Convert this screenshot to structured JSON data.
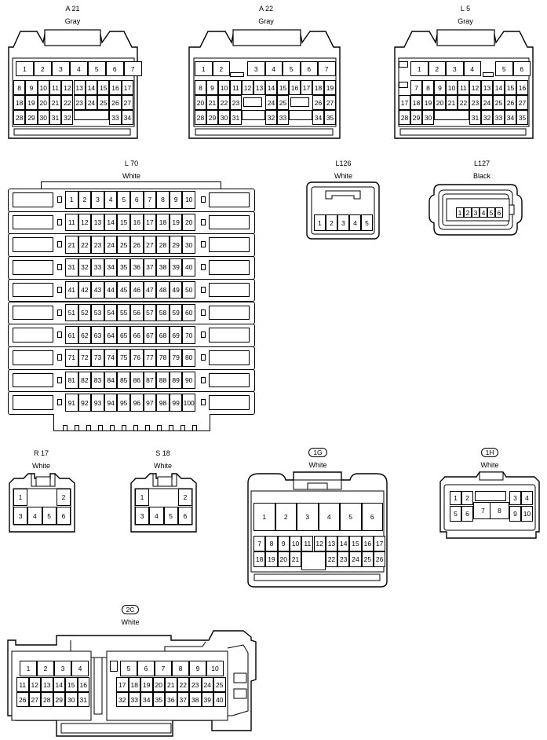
{
  "connectors": {
    "a21": {
      "code": "A 21",
      "color": "Gray"
    },
    "a22": {
      "code": "A 22",
      "color": "Gray"
    },
    "l5": {
      "code": "L 5",
      "color": "Gray"
    },
    "l70": {
      "code": "L 70",
      "color": "White"
    },
    "l126": {
      "code": "L126",
      "color": "White"
    },
    "l127": {
      "code": "L127",
      "color": "Black"
    },
    "r17": {
      "code": "R 17",
      "color": "White"
    },
    "s18": {
      "code": "S 18",
      "color": "White"
    },
    "g1": {
      "code": "1G",
      "color": "White"
    },
    "h1": {
      "code": "1H",
      "color": "White"
    },
    "c2": {
      "code": "2C",
      "color": "White"
    }
  },
  "pins": {
    "a21": {
      "r1": [
        "1",
        "2",
        "3",
        "4",
        "5",
        "6",
        "7"
      ],
      "r2": [
        "8",
        "9",
        "10",
        "11",
        "12",
        "13",
        "14",
        "15",
        "16",
        "17"
      ],
      "r3": [
        "18",
        "19",
        "20",
        "21",
        "22",
        "23",
        "24",
        "25",
        "26",
        "27"
      ],
      "r4a": [
        "28",
        "29",
        "30",
        "31",
        "32"
      ],
      "r4b": [
        "33",
        "34"
      ]
    },
    "a22": {
      "r1a": [
        "1",
        "2"
      ],
      "r1b": [
        "3",
        "4",
        "5",
        "6",
        "7"
      ],
      "r2": [
        "8",
        "9",
        "10",
        "11",
        "12",
        "13",
        "14",
        "15",
        "16",
        "17",
        "18",
        "19"
      ],
      "r3a": [
        "20",
        "21",
        "22",
        "23"
      ],
      "r3b": [
        "24",
        "25"
      ],
      "r3c": [
        "26",
        "27"
      ],
      "r4a": [
        "28",
        "29",
        "30",
        "31"
      ],
      "r4b": [
        "32",
        "33"
      ],
      "r4c": [
        "34",
        "35"
      ]
    },
    "l5": {
      "r1a": [
        "1",
        "2",
        "3",
        "4"
      ],
      "r1b": [
        "5",
        "6"
      ],
      "r2": [
        "7",
        "8",
        "9",
        "10",
        "11",
        "12",
        "13",
        "14",
        "15",
        "16"
      ],
      "r3": [
        "17",
        "18",
        "19",
        "20",
        "21",
        "22",
        "23",
        "24",
        "25",
        "26",
        "27"
      ],
      "r4a": [
        "28",
        "29",
        "30"
      ],
      "r4b": [
        "31",
        "32",
        "33",
        "34",
        "35"
      ]
    },
    "l70": [
      "1",
      "2",
      "3",
      "4",
      "5",
      "6",
      "7",
      "8",
      "9",
      "10",
      "11",
      "12",
      "13",
      "14",
      "15",
      "16",
      "17",
      "18",
      "19",
      "20",
      "21",
      "22",
      "23",
      "24",
      "25",
      "26",
      "27",
      "28",
      "29",
      "30",
      "31",
      "32",
      "33",
      "34",
      "35",
      "36",
      "37",
      "38",
      "39",
      "40",
      "41",
      "42",
      "43",
      "44",
      "45",
      "46",
      "47",
      "48",
      "49",
      "50",
      "51",
      "52",
      "53",
      "54",
      "55",
      "56",
      "57",
      "58",
      "59",
      "60",
      "61",
      "62",
      "63",
      "64",
      "65",
      "66",
      "67",
      "68",
      "69",
      "70",
      "71",
      "72",
      "73",
      "74",
      "75",
      "76",
      "77",
      "78",
      "79",
      "80",
      "81",
      "82",
      "83",
      "84",
      "85",
      "86",
      "87",
      "88",
      "89",
      "90",
      "91",
      "92",
      "93",
      "94",
      "95",
      "96",
      "97",
      "98",
      "99",
      "100"
    ],
    "l126": [
      "1",
      "2",
      "3",
      "4",
      "5"
    ],
    "l127": [
      "1",
      "2",
      "3",
      "4",
      "5",
      "6"
    ],
    "r17": {
      "top": [
        "1",
        "2"
      ],
      "bottom": [
        "3",
        "4",
        "5",
        "6"
      ]
    },
    "s18": {
      "top": [
        "1",
        "2"
      ],
      "bottom": [
        "3",
        "4",
        "5",
        "6"
      ]
    },
    "g1": {
      "r1": [
        "1",
        "2",
        "3",
        "4",
        "5",
        "6"
      ],
      "r2": [
        "7",
        "8",
        "9",
        "10",
        "11",
        "12",
        "13",
        "14",
        "15",
        "16",
        "17"
      ],
      "r3a": [
        "18",
        "19",
        "20",
        "21"
      ],
      "r3b": [
        "22",
        "23",
        "24",
        "25",
        "26"
      ]
    },
    "h1": {
      "p1": "1",
      "p2": "2",
      "p3": "3",
      "p4": "4",
      "p5": "5",
      "p6": "6",
      "p7": "7",
      "p8": "8",
      "p9": "9",
      "p10": "10"
    },
    "c2": {
      "l1": [
        "1",
        "2",
        "3",
        "4"
      ],
      "l2": [
        "11",
        "12",
        "13",
        "14",
        "15",
        "16"
      ],
      "l3": [
        "26",
        "27",
        "28",
        "29",
        "30",
        "31"
      ],
      "r1": [
        "5",
        "6",
        "7",
        "8",
        "9",
        "10"
      ],
      "r2": [
        "17",
        "18",
        "19",
        "20",
        "21",
        "22",
        "23",
        "24",
        "25"
      ],
      "r3": [
        "32",
        "33",
        "34",
        "35",
        "36",
        "37",
        "38",
        "39",
        "40"
      ]
    }
  }
}
